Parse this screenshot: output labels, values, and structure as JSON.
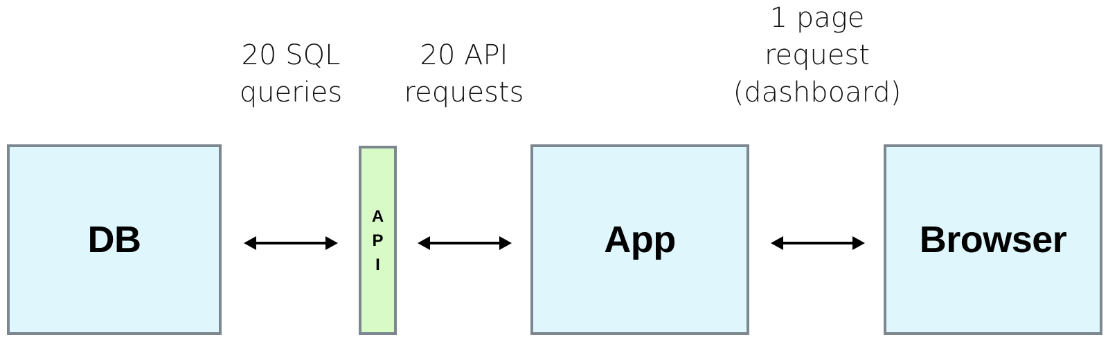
{
  "boxes": {
    "db": "DB",
    "api_letters": [
      "A",
      "P",
      "I"
    ],
    "app": "App",
    "browser": "Browser"
  },
  "captions": {
    "sql": [
      "20 SQL",
      "queries"
    ],
    "api": [
      "20 API",
      "requests"
    ],
    "page": [
      "1 page",
      "request",
      "(dashboard)"
    ]
  },
  "colors": {
    "box_fill": "#dff6fd",
    "api_fill": "#d7fac7",
    "border": "#7d8790"
  }
}
